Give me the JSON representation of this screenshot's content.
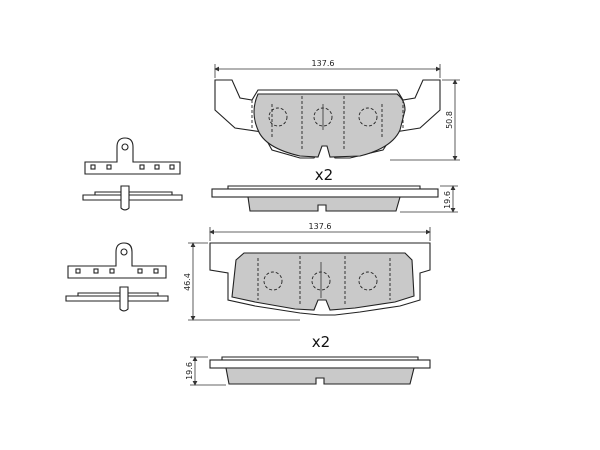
{
  "drawing": {
    "top_pad": {
      "width_label": "137.6",
      "height_label": "50.8",
      "thickness_label": "19.6",
      "quantity_label": "x2"
    },
    "bottom_pad": {
      "width_label": "137.6",
      "height_label": "46.4",
      "thickness_label": "19.6",
      "quantity_label": "x2"
    }
  }
}
